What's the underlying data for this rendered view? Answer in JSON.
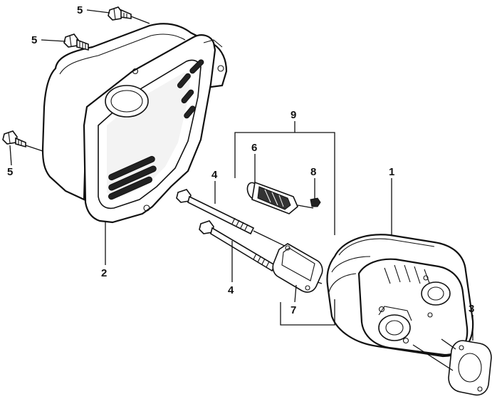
{
  "diagram": {
    "parts": [
      {
        "id": "p1",
        "label": "1"
      },
      {
        "id": "p2",
        "label": "2"
      },
      {
        "id": "p3",
        "label": "3"
      },
      {
        "id": "p4a",
        "label": "4"
      },
      {
        "id": "p4b",
        "label": "4"
      },
      {
        "id": "p5a",
        "label": "5"
      },
      {
        "id": "p5b",
        "label": "5"
      },
      {
        "id": "p5c",
        "label": "5"
      },
      {
        "id": "p6",
        "label": "6"
      },
      {
        "id": "p7",
        "label": "7"
      },
      {
        "id": "p8",
        "label": "8"
      },
      {
        "id": "p9",
        "label": "9"
      }
    ]
  }
}
